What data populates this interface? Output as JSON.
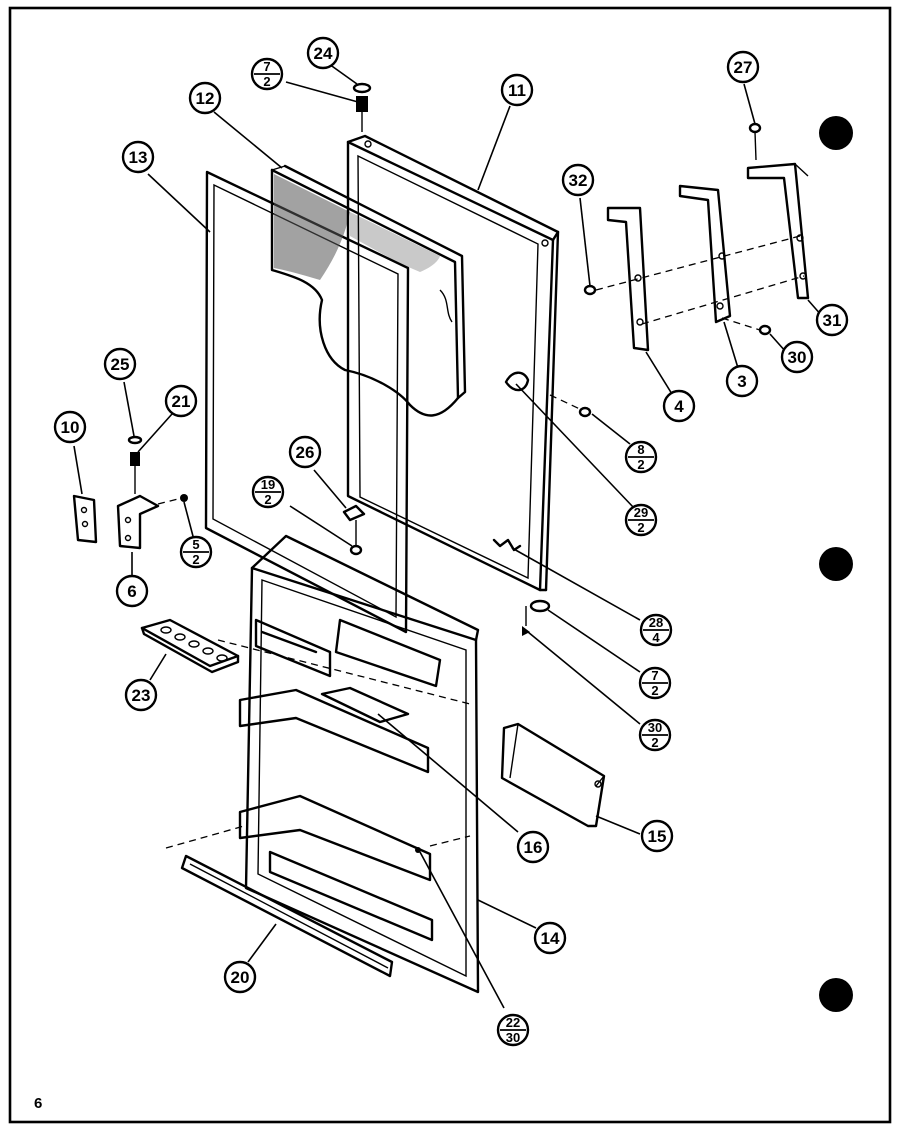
{
  "page_number": "6",
  "callouts": {
    "c24": "24",
    "c7a_top": "7",
    "c7a_bot": "2",
    "c12": "12",
    "c11": "11",
    "c13": "13",
    "c27": "27",
    "c32": "32",
    "c31": "31",
    "c30": "30",
    "c3": "3",
    "c4": "4",
    "c8_top": "8",
    "c8_bot": "2",
    "c25": "25",
    "c21": "21",
    "c10": "10",
    "c26": "26",
    "c19_top": "19",
    "c19_bot": "2",
    "c29_top": "29",
    "c29_bot": "2",
    "c5_top": "5",
    "c5_bot": "2",
    "c6": "6",
    "c28_top": "28",
    "c28_bot": "4",
    "c7b_top": "7",
    "c7b_bot": "2",
    "c23": "23",
    "c30b_top": "30",
    "c30b_bot": "2",
    "c15": "15",
    "c16": "16",
    "c14": "14",
    "c20": "20",
    "c22_top": "22",
    "c22_bot": "30"
  },
  "colors": {
    "ink": "#000000",
    "paper": "#ffffff"
  }
}
